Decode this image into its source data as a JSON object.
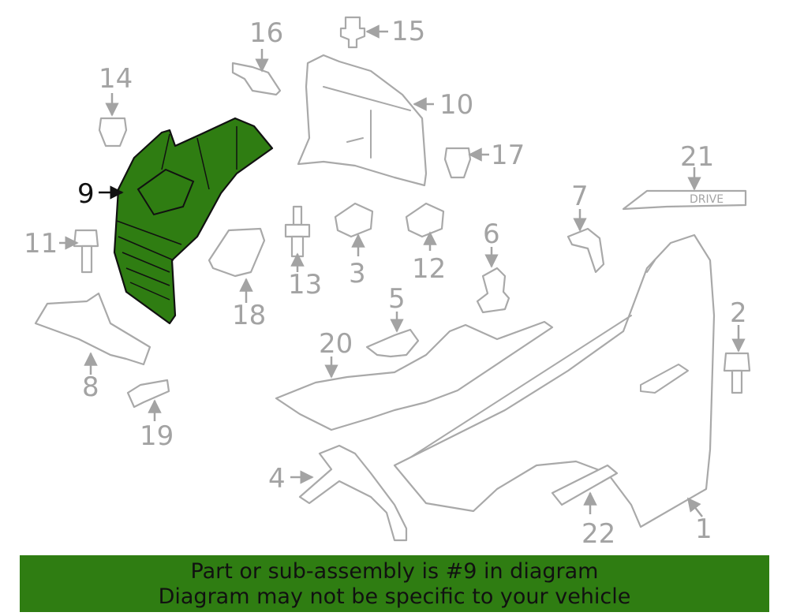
{
  "diagram": {
    "highlighted_part": "9",
    "highlight_color": "#2f7d12",
    "callouts": {
      "c1": "1",
      "c2": "2",
      "c3": "3",
      "c4": "4",
      "c5": "5",
      "c6": "6",
      "c7": "7",
      "c8": "8",
      "c9": "9",
      "c10": "10",
      "c11": "11",
      "c12": "12",
      "c13": "13",
      "c14": "14",
      "c15": "15",
      "c16": "16",
      "c17": "17",
      "c18": "18",
      "c19": "19",
      "c20": "20",
      "c21": "21",
      "c22": "22"
    },
    "emblem_text": "DRIVE"
  },
  "banner": {
    "line1": "Part or sub-assembly is #9 in diagram",
    "line2": "Diagram may not be specific to your vehicle",
    "background": "#2f7d12"
  }
}
